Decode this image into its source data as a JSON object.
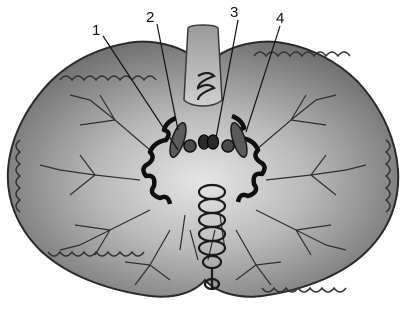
{
  "labels": [
    {
      "id": "1",
      "text": "1"
    },
    {
      "id": "2",
      "text": "2"
    },
    {
      "id": "3",
      "text": "3"
    },
    {
      "id": "4",
      "text": "4"
    }
  ],
  "colors": {
    "background": "#ffffff",
    "tissue_light": "#e2e2e2",
    "tissue_mid": "#a0a0a0",
    "tissue_dark": "#5e5e5e",
    "ink": "#111111"
  }
}
